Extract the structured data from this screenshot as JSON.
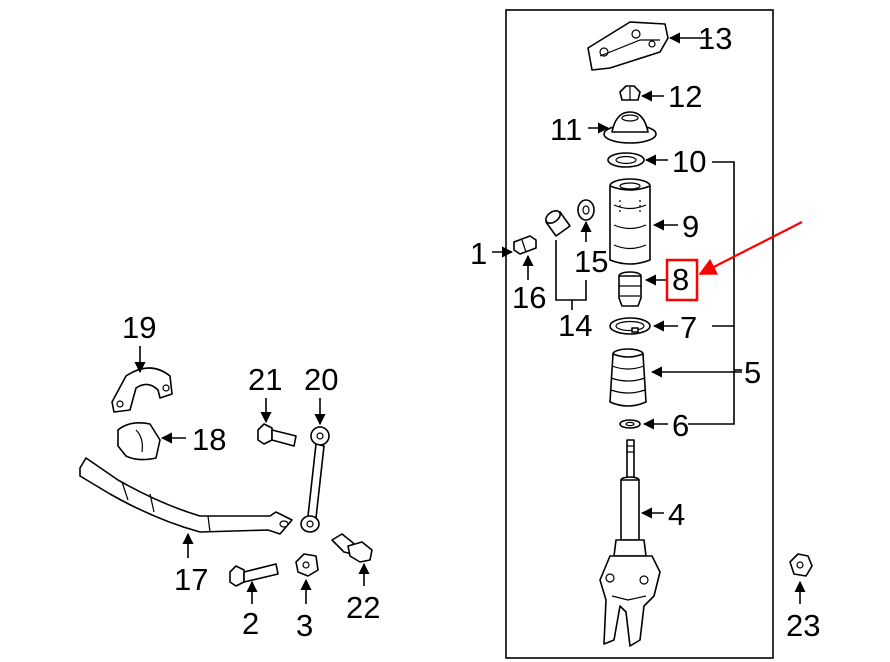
{
  "callouts": {
    "c1": "1",
    "c2": "2",
    "c3": "3",
    "c4": "4",
    "c5": "5",
    "c6": "6",
    "c7": "7",
    "c8": "8",
    "c9": "9",
    "c10": "10",
    "c11": "11",
    "c12": "12",
    "c13": "13",
    "c14": "14",
    "c15": "15",
    "c16": "16",
    "c17": "17",
    "c18": "18",
    "c19": "19",
    "c20": "20",
    "c21": "21",
    "c22": "22",
    "c23": "23"
  },
  "highlight": {
    "color": "#ff0000",
    "part": "8"
  }
}
